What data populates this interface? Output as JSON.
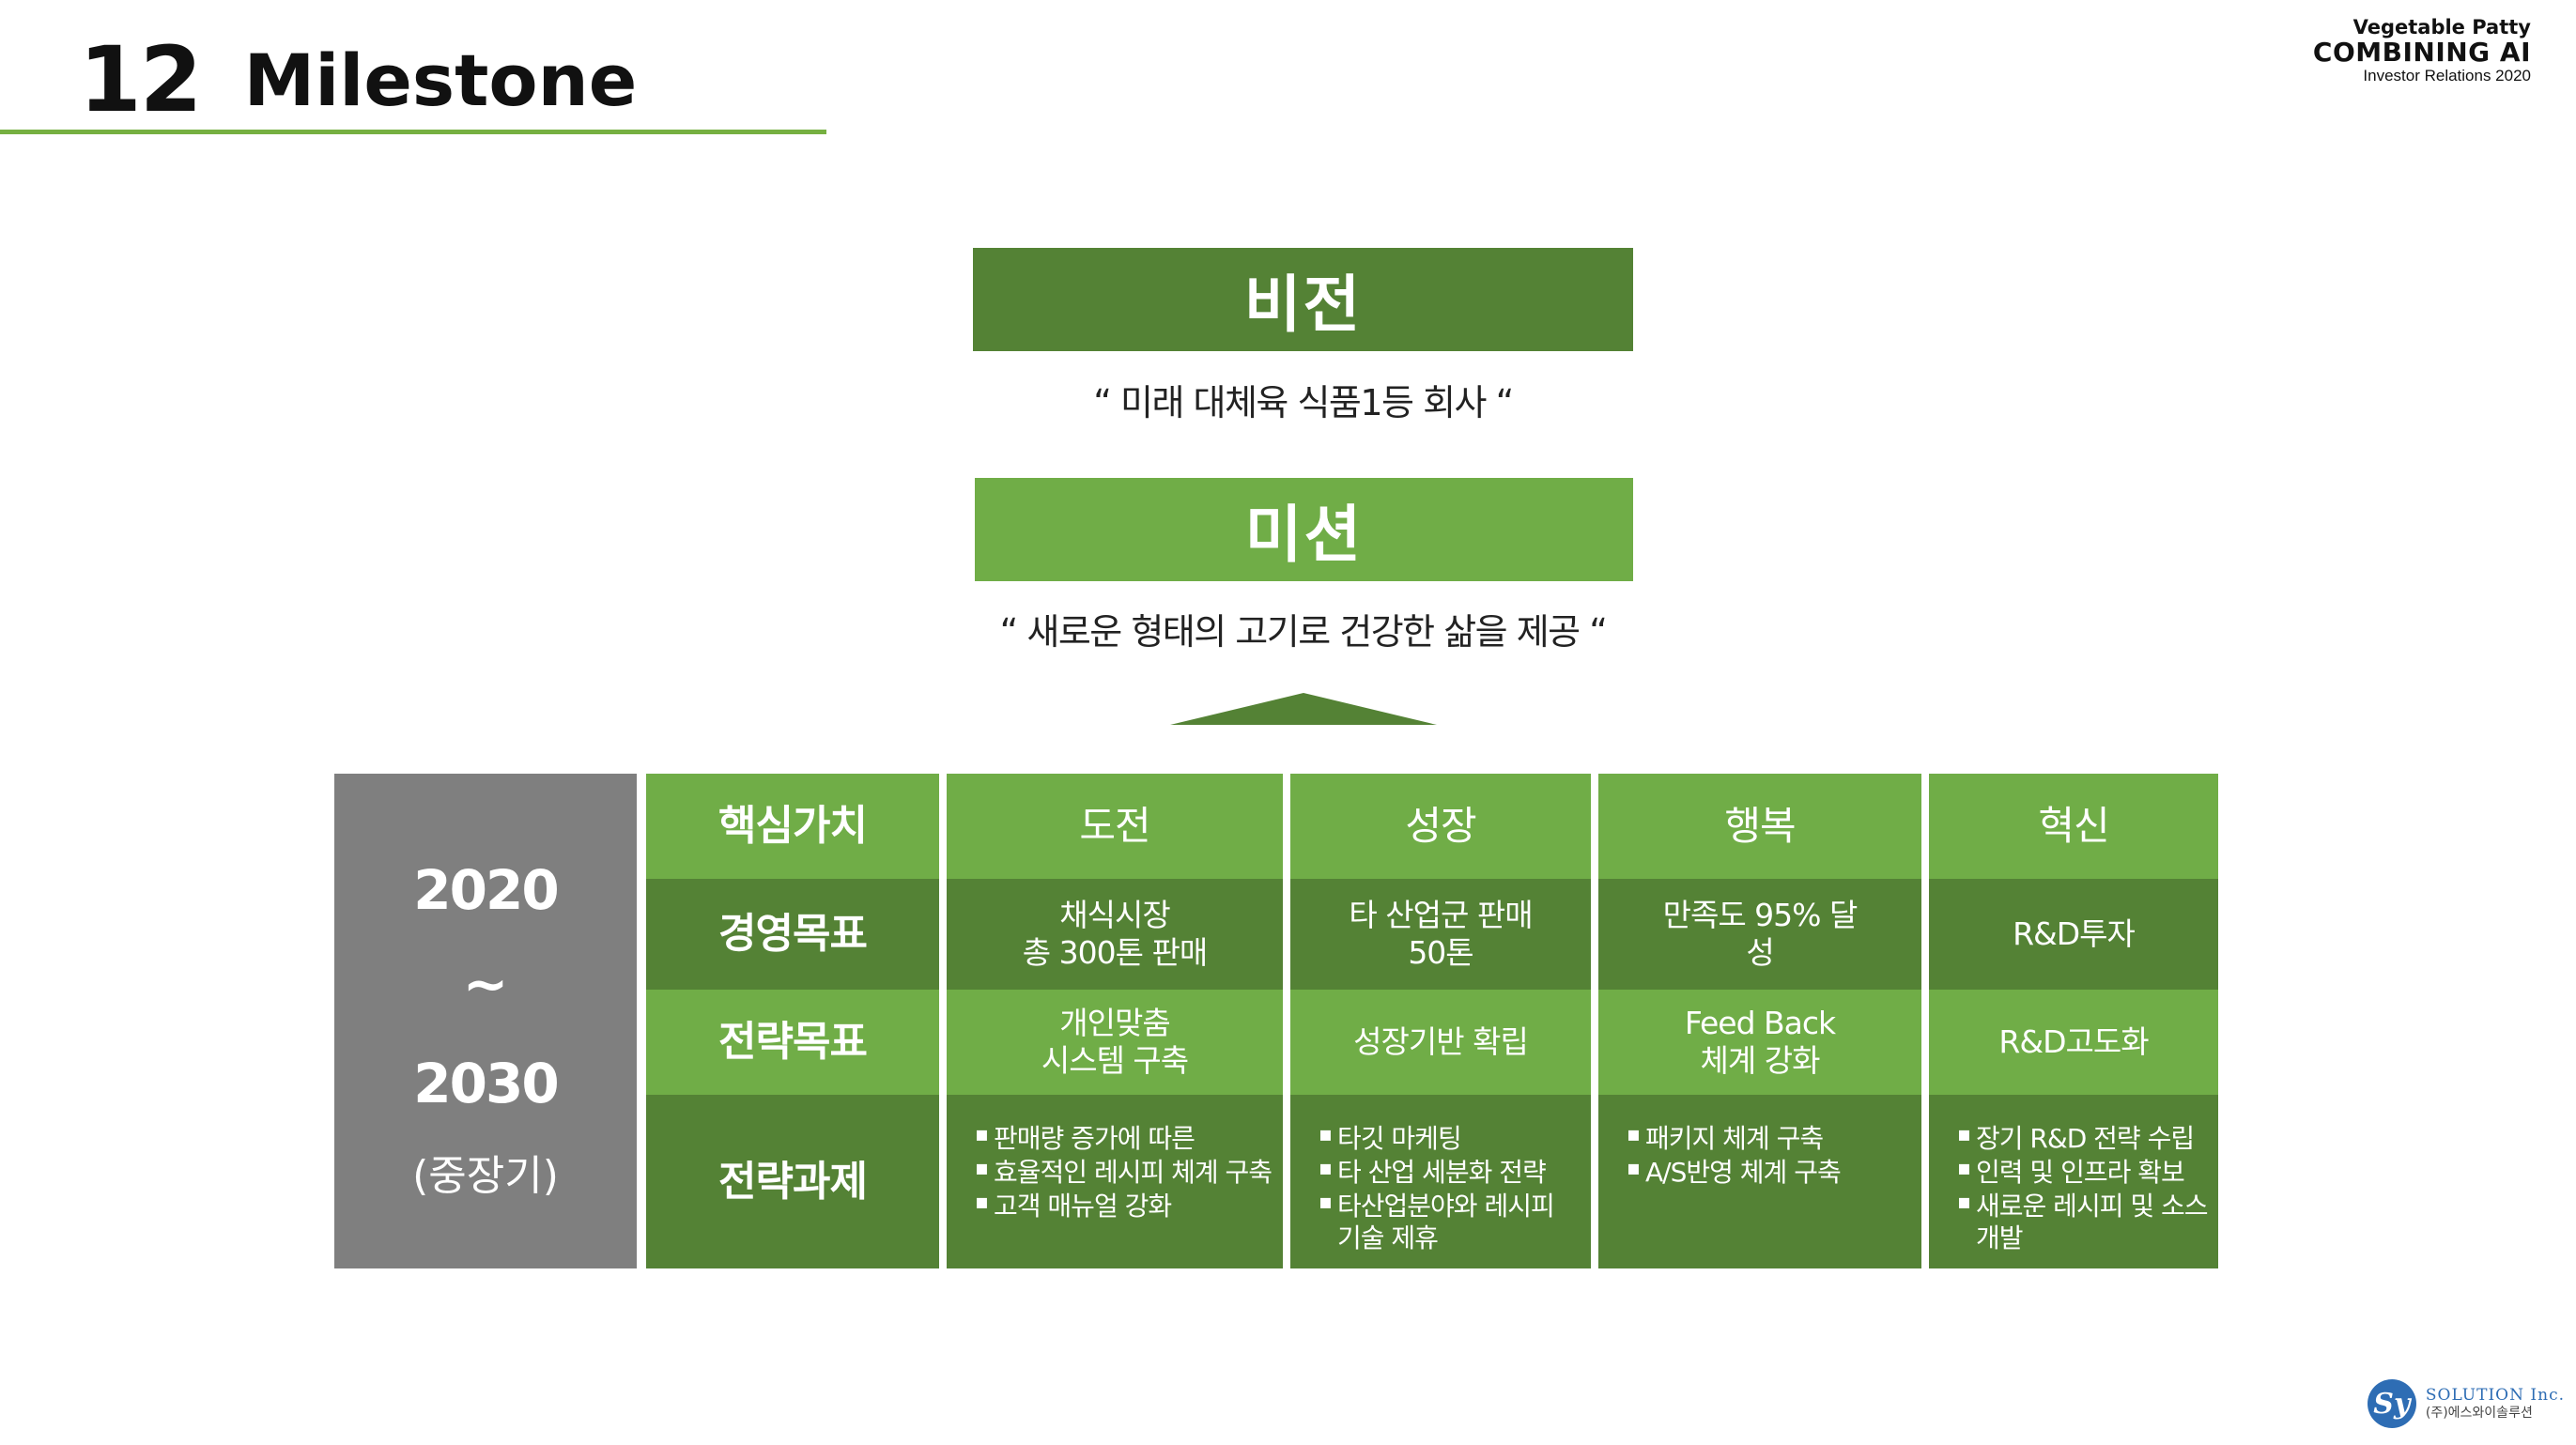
{
  "header": {
    "number": "12",
    "title": "Milestone",
    "brand_line1": "Vegetable Patty",
    "brand_line2": "COMBINING AI",
    "brand_line3": "Investor Relations 2020"
  },
  "vision": {
    "label": "비전",
    "quote": "“ 미래 대체육 식품1등 회사   “"
  },
  "mission": {
    "label": "미션",
    "quote": "“ 새로운 형태의 고기로 건강한 삶을 제공   “"
  },
  "period": {
    "start": "2020",
    "tilde": "~",
    "end": "2030",
    "note": "(중장기)"
  },
  "table": {
    "row_labels": {
      "core_values": "핵심가치",
      "management_goals": "경영목표",
      "strategic_goals": "전략목표",
      "strategic_tasks": "전략과제"
    },
    "columns": [
      {
        "value": "도전",
        "goal": [
          "채식시장",
          "총 300톤 판매"
        ],
        "strategy": [
          "개인맞춤",
          "시스템 구축"
        ],
        "tasks": [
          "판매량 증가에 따른",
          "효율적인 레시피 체계 구축",
          "고객 매뉴얼 강화"
        ]
      },
      {
        "value": "성장",
        "goal": [
          "타 산업군 판매",
          "50톤"
        ],
        "strategy": [
          "성장기반 확립"
        ],
        "tasks": [
          "타깃 마케팅",
          "타 산업 세분화 전략",
          "타산업분야와 레시피 기술 제휴"
        ]
      },
      {
        "value": "행복",
        "goal": [
          "만족도 95% 달",
          "성"
        ],
        "strategy": [
          "Feed Back",
          "체계 강화"
        ],
        "tasks": [
          "패키지 체계 구축",
          "A/S반영 체계 구축"
        ]
      },
      {
        "value": "혁신",
        "goal": [
          "R&D투자"
        ],
        "strategy": [
          "R&D고도화"
        ],
        "tasks": [
          "장기 R&D 전략 수립",
          "인력 및 인프라 확보",
          "새로운 레시피 및 소스 개발"
        ]
      }
    ]
  },
  "footer": {
    "logo_mark": "Sy",
    "logo_name": "SOLUTION Inc.",
    "logo_sub": "(주)에스와이솔루션"
  }
}
